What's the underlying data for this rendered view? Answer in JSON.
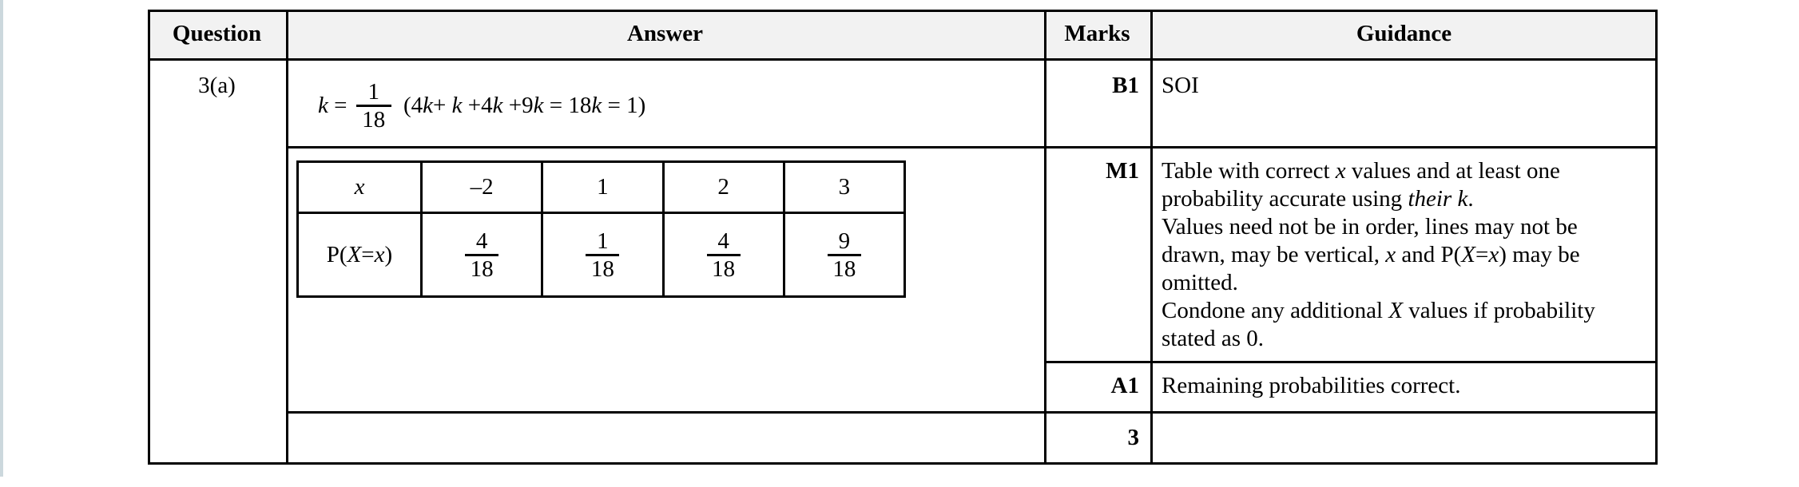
{
  "colors": {
    "page_bg": "#ffffff",
    "header_bg": "#f2f2f2",
    "border": "#000000",
    "text": "#000000",
    "page_edge_left": "#dde3e0",
    "page_edge_right": "#ccd8dd"
  },
  "table": {
    "headers": [
      "Question",
      "Answer",
      "Marks",
      "Guidance"
    ]
  },
  "question": {
    "label": "3(a)"
  },
  "answer": {
    "formula_segments": [
      {
        "t": "k",
        "i": true
      },
      {
        "t": " = "
      },
      {
        "frac": {
          "num": "1",
          "den": "18"
        }
      },
      {
        "t": " (4"
      },
      {
        "t": "k",
        "i": true
      },
      {
        "t": "+ "
      },
      {
        "t": "k",
        "i": true
      },
      {
        "t": " +4"
      },
      {
        "t": "k",
        "i": true
      },
      {
        "t": " +9"
      },
      {
        "t": "k",
        "i": true
      },
      {
        "t": " = 18"
      },
      {
        "t": "k",
        "i": true
      },
      {
        "t": " = 1)"
      }
    ],
    "dist_table": {
      "x_header": "x",
      "x_values": [
        "–2",
        "1",
        "2",
        "3"
      ],
      "p_label_segments": [
        {
          "t": "P("
        },
        {
          "t": "X",
          "i": true
        },
        {
          "t": "="
        },
        {
          "t": "x",
          "i": true
        },
        {
          "t": ")"
        }
      ],
      "probabilities": [
        {
          "num": "4",
          "den": "18"
        },
        {
          "num": "1",
          "den": "18"
        },
        {
          "num": "4",
          "den": "18"
        },
        {
          "num": "9",
          "den": "18"
        }
      ]
    }
  },
  "marks": {
    "b1": "B1",
    "m1": "M1",
    "a1": "A1",
    "total": "3"
  },
  "guidance": {
    "b1": "SOI",
    "m1_lines": [
      [
        {
          "t": "Table with correct "
        },
        {
          "t": "x",
          "i": true
        },
        {
          "t": " values and at least one"
        }
      ],
      [
        {
          "t": "probability accurate using "
        },
        {
          "t": "their k",
          "i": true
        },
        {
          "t": "."
        }
      ],
      [
        {
          "t": "Values need not be in order, lines may not be"
        }
      ],
      [
        {
          "t": "drawn, may be vertical, "
        },
        {
          "t": "x",
          "i": true
        },
        {
          "t": " and P("
        },
        {
          "t": "X",
          "i": true
        },
        {
          "t": "="
        },
        {
          "t": "x",
          "i": true
        },
        {
          "t": ") may be"
        }
      ],
      [
        {
          "t": "omitted."
        }
      ],
      [
        {
          "t": "Condone any additional "
        },
        {
          "t": "X",
          "i": true
        },
        {
          "t": " values if probability"
        }
      ],
      [
        {
          "t": "stated as 0."
        }
      ]
    ],
    "a1": "Remaining probabilities correct."
  }
}
